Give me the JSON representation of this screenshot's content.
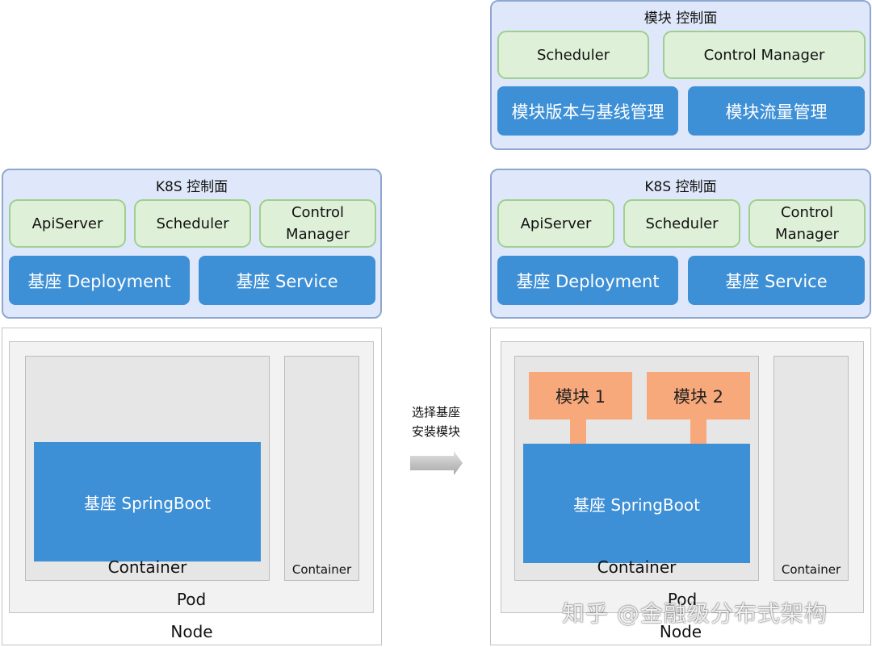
{
  "left": {
    "k8s_panel": {
      "title": "K8S 控制面",
      "components": [
        "ApiServer",
        "Scheduler",
        "Control\nManager"
      ],
      "resources": [
        "基座 Deployment",
        "基座 Service"
      ]
    },
    "node": {
      "node_label": "Node",
      "pod_label": "Pod",
      "main_container_label": "Container",
      "side_container_label": "Container",
      "springboot_label": "基座 SpringBoot"
    }
  },
  "arrow": {
    "line1": "选择基座",
    "line2": "安装模块"
  },
  "right": {
    "module_panel": {
      "title": "模块 控制面",
      "components": [
        "Scheduler",
        "Control Manager"
      ],
      "resources": [
        "模块版本与基线管理",
        "模块流量管理"
      ]
    },
    "k8s_panel": {
      "title": "K8S 控制面",
      "components": [
        "ApiServer",
        "Scheduler",
        "Control\nManager"
      ],
      "resources": [
        "基座 Deployment",
        "基座 Service"
      ]
    },
    "node": {
      "node_label": "Node",
      "pod_label": "Pod",
      "main_container_label": "Container",
      "side_container_label": "Container",
      "springboot_label": "基座 SpringBoot",
      "modules": [
        "模块 1",
        "模块 2"
      ]
    }
  },
  "watermark": "知乎 @金融级分布式架构",
  "colors": {
    "panel_bg": "#dfe8fa",
    "panel_border": "#8fa7cf",
    "component_bg": "#dff0d8",
    "component_border": "#9fcf8e",
    "resource_blue": "#3d8fd6",
    "module_orange": "#f8a97b",
    "pod_bg": "#f2f2f2",
    "container_bg": "#e6e6e6"
  }
}
